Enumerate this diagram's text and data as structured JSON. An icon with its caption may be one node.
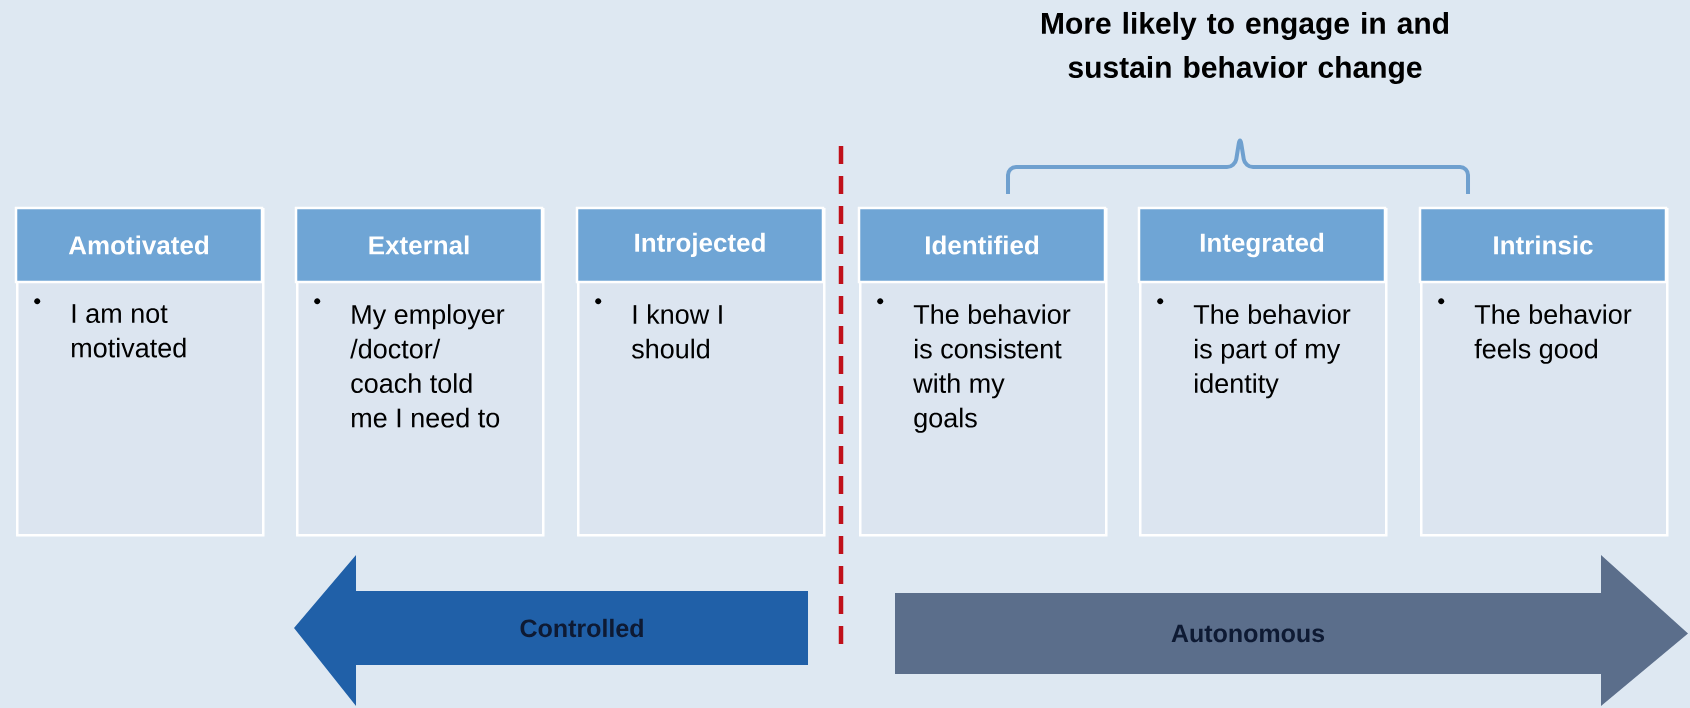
{
  "diagram": {
    "title": "More likely to engage in and sustain behavior change",
    "nodes": [
      {
        "text": [
          "Amotivated",
          "I am not motivated"
        ]
      },
      {
        "text": [
          "External",
          "My employer /doctor/ coach told me I need to"
        ]
      },
      {
        "text": [
          "Introjected",
          "I know I should"
        ]
      },
      {
        "text": [
          "Identified",
          "The behavior is consistent with my goals"
        ]
      },
      {
        "text": [
          "Integrated",
          "The behavior is part of my identity"
        ]
      },
      {
        "text": [
          "Intrinsic",
          "The behavior feels good"
        ]
      },
      {
        "text": [
          "Controlled"
        ]
      },
      {
        "text": [
          "Autonomous"
        ]
      }
    ]
  }
}
